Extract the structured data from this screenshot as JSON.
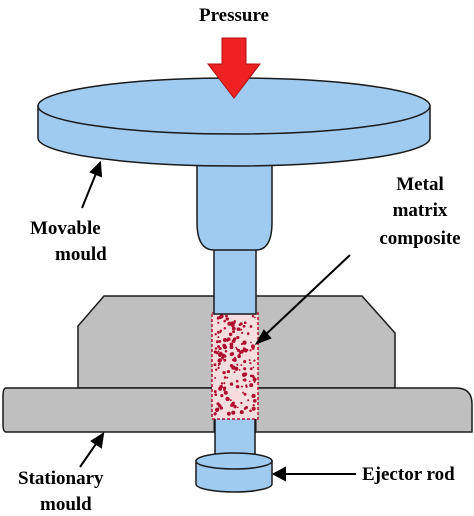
{
  "labels": {
    "pressure": "Pressure",
    "movable_line1": "Movable",
    "movable_line2": "mould",
    "composite_line1": "Metal",
    "composite_line2": "matrix",
    "composite_line3": "composite",
    "ejector": "Ejector rod",
    "stationary_line1": "Stationary",
    "stationary_line2": "mould"
  },
  "colors": {
    "mould_blue": "#9fcbf0",
    "die_gray": "#bfbfbf",
    "arrow_red": "#ee2222",
    "outline": "#1a1a1a",
    "composite_fill": "#f6dede",
    "composite_dots": "#b01030"
  }
}
